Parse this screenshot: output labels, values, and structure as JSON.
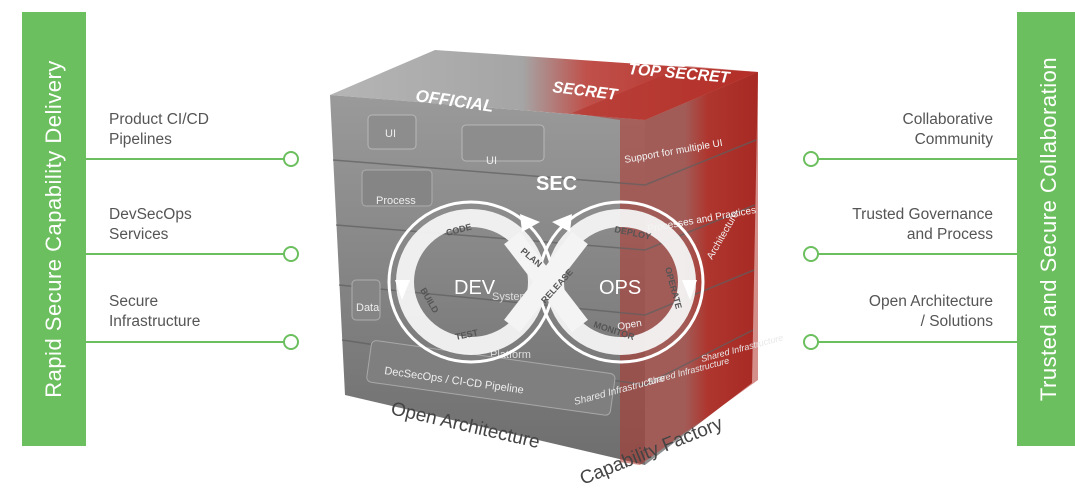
{
  "left_sidebar": {
    "label": "Rapid Secure Capability Delivery"
  },
  "right_sidebar": {
    "label": "Trusted and Secure Collaboration"
  },
  "left_callouts": [
    {
      "line1": "Product CI/CD",
      "line2": "Pipelines"
    },
    {
      "line1": "DevSecOps",
      "line2": "Services"
    },
    {
      "line1": "Secure",
      "line2": "Infrastructure"
    }
  ],
  "right_callouts": [
    {
      "line1": "Collaborative",
      "line2": "Community"
    },
    {
      "line1": "Trusted Governance",
      "line2": "and Process"
    },
    {
      "line1": "Open Architecture",
      "line2": "/ Solutions"
    }
  ],
  "cube": {
    "classification_layers": [
      "OFFICIAL",
      "SECRET",
      "TOP SECRET"
    ],
    "front_layers": {
      "ui_1": "UI",
      "ui_2": "UI",
      "process": "Process",
      "data": "Data",
      "system": "System",
      "platform": "Platform",
      "pipeline": "DecSecOps / CI-CD Pipeline"
    },
    "side_layers": {
      "support_ui": "Support for multiple UI",
      "processes_practices": "Processes and Practices",
      "architecture": "Architecture",
      "open": "Open",
      "shared_infrastructure": "Shared Infrastructure"
    },
    "bottom_left_label": "Open Architecture",
    "bottom_right_label": "Capability Factory"
  },
  "devsecops": {
    "sec": "SEC",
    "dev": "DEV",
    "ops": "OPS",
    "stages": {
      "code": "CODE",
      "build": "BUILD",
      "test": "TEST",
      "plan": "PLAN",
      "release": "RELEASE",
      "deploy": "DEPLOY",
      "operate": "OPERATE",
      "monitor": "MONITOR"
    }
  },
  "colors": {
    "accent_green": "#6cbf5e",
    "cube_grey": "#8a8a8a",
    "cube_red": "#b8302a",
    "dark_red": "#8d1f1b"
  }
}
